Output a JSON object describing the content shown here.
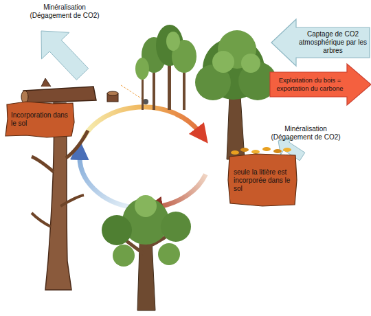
{
  "diagram": {
    "nodes": [
      {
        "text": [
          "Captage de CO2 atmosphérique par les arbres"
        ]
      },
      {
        "text": [
          "Exploitation du bois = exportation du carbone"
        ]
      },
      {
        "text": [
          "Incorporation dans le sol"
        ]
      },
      {
        "text": [
          "seule la litière est incorporée dans le sol"
        ]
      }
    ],
    "labels": [
      "Minéralisation (Dégagement de CO2)",
      "Minéralisation (Dégagement de CO2)"
    ]
  }
}
